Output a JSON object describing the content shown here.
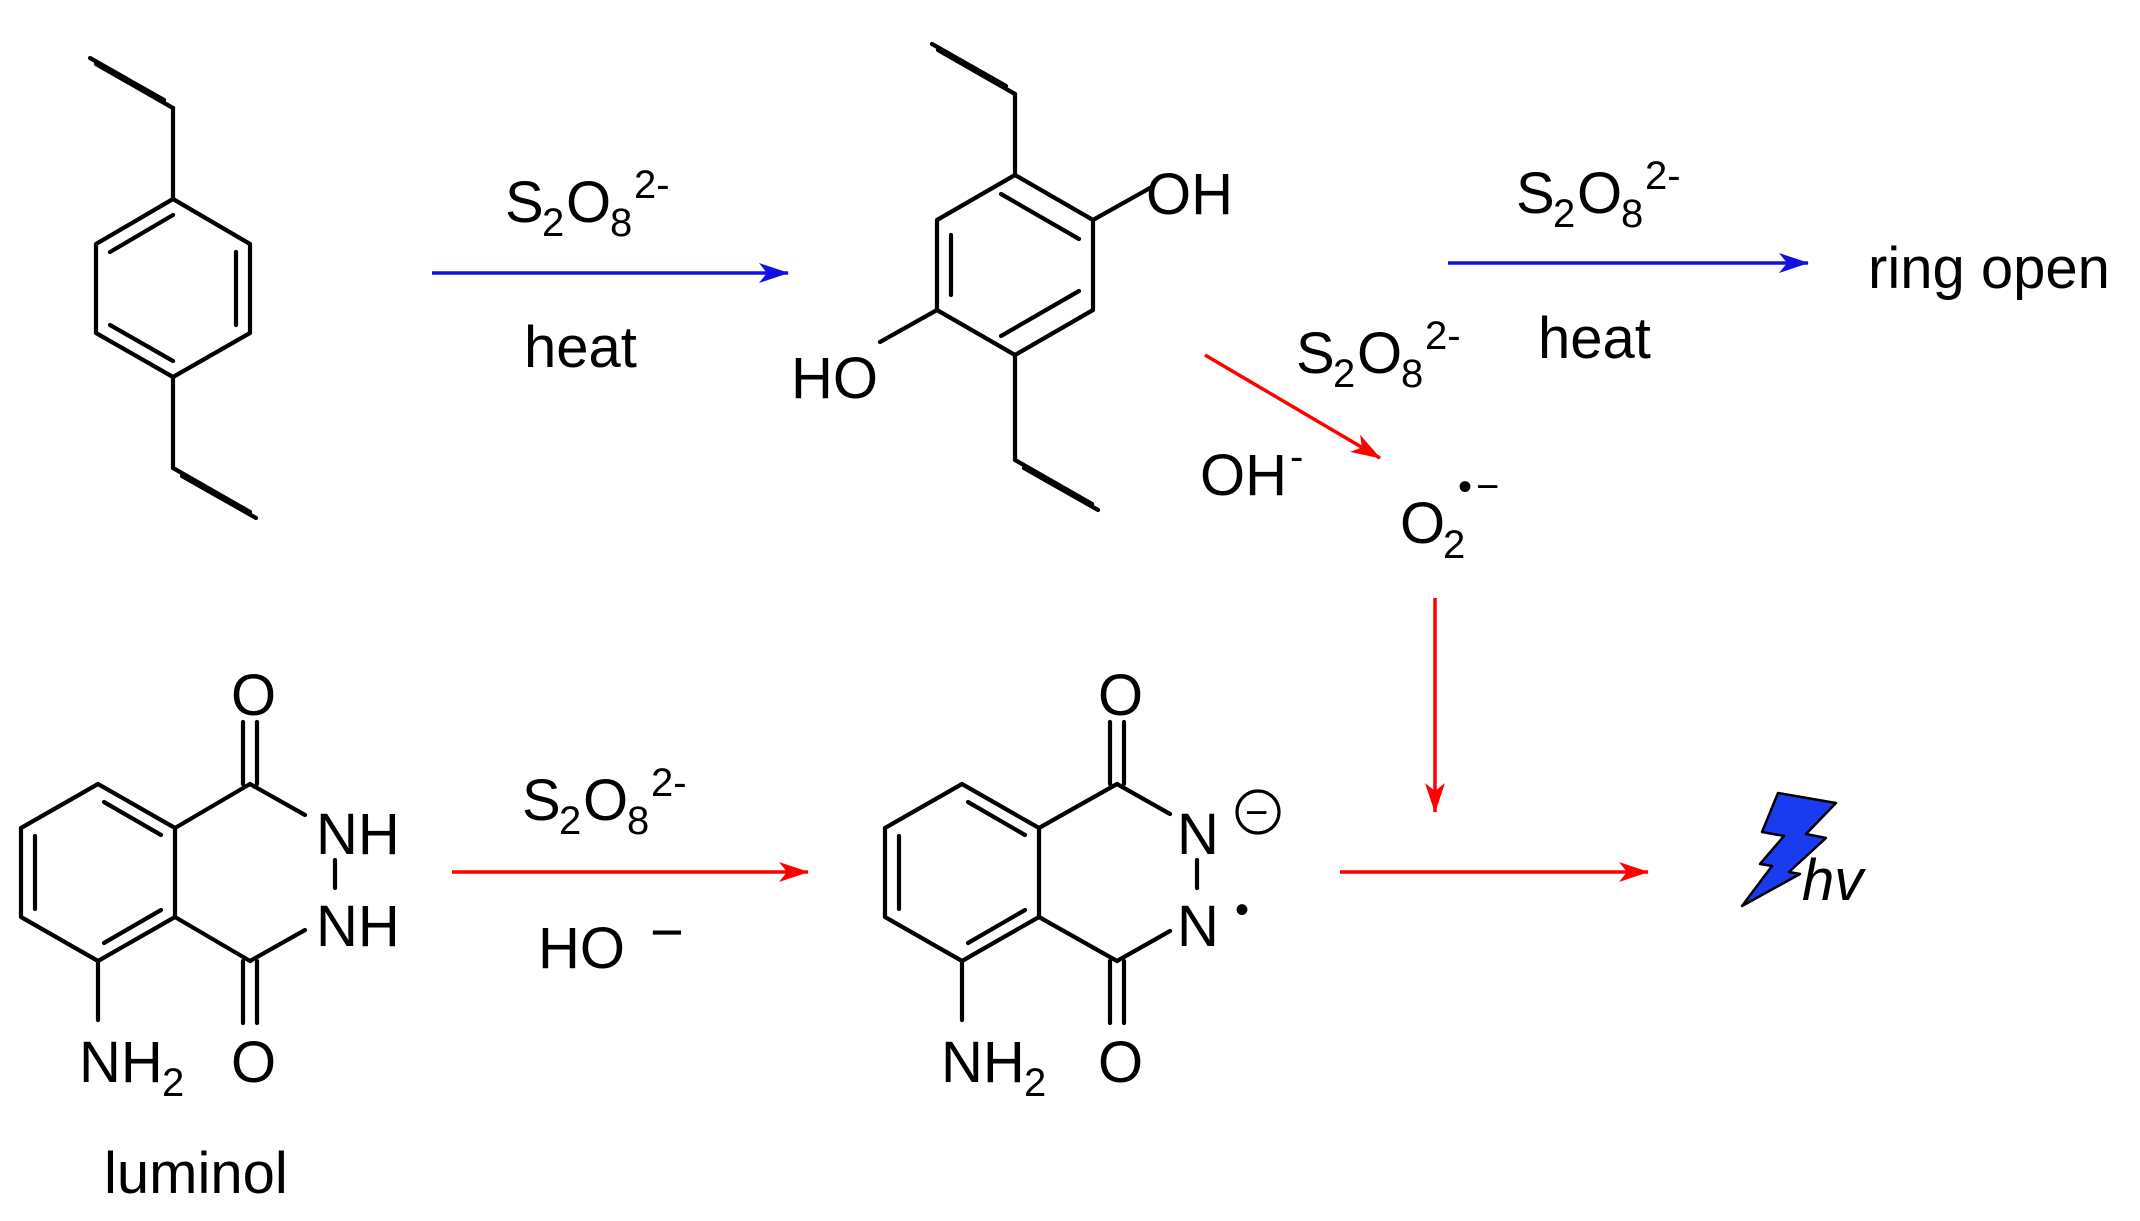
{
  "colors": {
    "blue": "#1010e0",
    "red": "#ff0000",
    "black": "#000000",
    "bolt": "#1a3cf0"
  },
  "icons": {
    "light": "lightning-bolt-icon"
  },
  "atoms": {
    "oh": "OH",
    "ho": "HO",
    "o": "O",
    "nh": "NH",
    "n": "N",
    "nh2_main": "NH",
    "nh2_sub": "2"
  },
  "reagents": {
    "persulfate": {
      "s": "S",
      "s_sub": "2",
      "o": "O",
      "o_sub": "8",
      "charge": "2-"
    },
    "heat": "heat",
    "hydroxide_top": {
      "main": "OH",
      "charge": "-"
    },
    "hydroxide_bottom": {
      "main": "HO",
      "charge": "−"
    }
  },
  "superoxide": {
    "main": "O",
    "sub": "2",
    "dot": "•",
    "charge": "−"
  },
  "products": {
    "ring_open": "ring open",
    "hv": "hv"
  },
  "labels": {
    "luminol": "luminol"
  },
  "radical_anion": {
    "minus": "−",
    "radical_dot": "•"
  }
}
